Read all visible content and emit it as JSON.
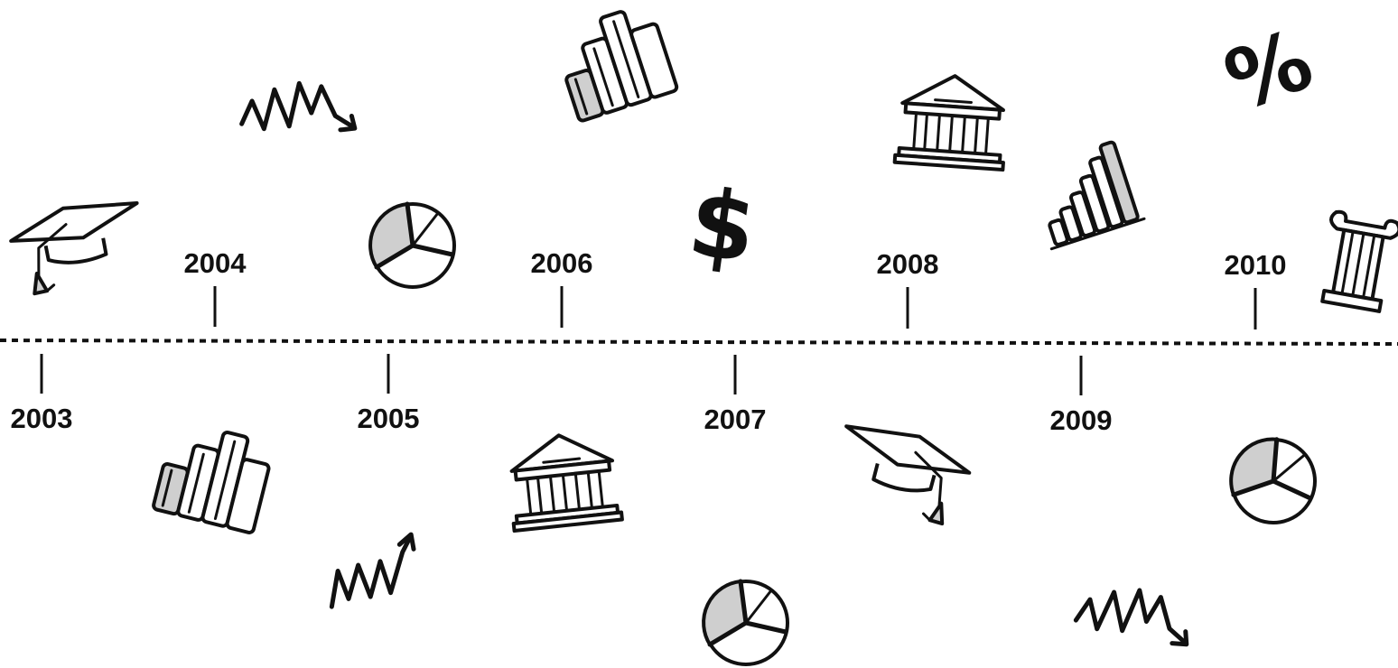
{
  "timeline": {
    "years_above": [
      {
        "label": "2004"
      },
      {
        "label": "2006"
      },
      {
        "label": "2008"
      },
      {
        "label": "2010"
      }
    ],
    "years_below": [
      {
        "label": "2003"
      },
      {
        "label": "2005"
      },
      {
        "label": "2007"
      },
      {
        "label": "2009"
      }
    ]
  },
  "icons": {
    "dollar_glyph": "$",
    "percent_glyph": "%"
  },
  "colors": {
    "ink": "#111111",
    "shade": "#cfcfcf",
    "background": "#ffffff"
  }
}
